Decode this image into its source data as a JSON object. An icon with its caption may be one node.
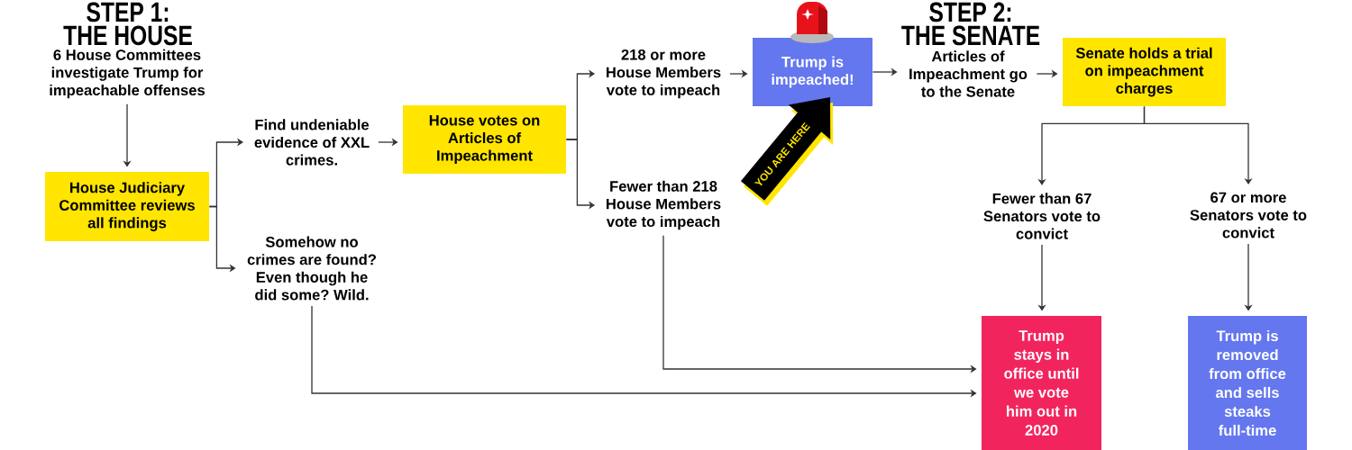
{
  "diagram": {
    "nodes": [
      {
        "text": [
          "6 House Committees investigate Trump for impeachable offenses"
        ]
      },
      {
        "text": [
          "House Judiciary Committee reviews all findings"
        ]
      },
      {
        "text": [
          "Find undeniable evidence of XXL crimes."
        ]
      },
      {
        "text": [
          "Somehow no crimes are found? Even though he did some? Wild."
        ]
      },
      {
        "text": [
          "House votes on Articles of Impeachment"
        ]
      },
      {
        "text": [
          "218 or more House Members vote to impeach"
        ]
      },
      {
        "text": [
          "Fewer than 218 House Members vote to impeach"
        ]
      },
      {
        "text": [
          "Trump is impeached!"
        ]
      },
      {
        "text": [
          "Articles of Impeachment go to the Senate"
        ]
      },
      {
        "text": [
          "Senate holds a trial on impeachment charges"
        ]
      },
      {
        "text": [
          "Fewer than 67 Senators vote to convict"
        ]
      },
      {
        "text": [
          "67 or more Senators vote to convict"
        ]
      },
      {
        "text": [
          "Trump stays in office until we vote him out in 2020"
        ]
      },
      {
        "text": [
          "Trump is removed from office and sells steaks full-time"
        ]
      }
    ],
    "edges": [
      {
        "from": 0,
        "to": 1,
        "arrow": "to"
      },
      {
        "from": 1,
        "to": 2,
        "arrow": "to"
      },
      {
        "from": 1,
        "to": 3,
        "arrow": "to"
      },
      {
        "from": 2,
        "to": 4,
        "arrow": "to"
      },
      {
        "from": 4,
        "to": 5,
        "arrow": "to"
      },
      {
        "from": 4,
        "to": 6,
        "arrow": "to"
      },
      {
        "from": 5,
        "to": 7,
        "arrow": "to"
      },
      {
        "from": 7,
        "to": 8,
        "arrow": "to"
      },
      {
        "from": 8,
        "to": 9,
        "arrow": "to"
      },
      {
        "from": 9,
        "to": 10,
        "arrow": "to"
      },
      {
        "from": 9,
        "to": 11,
        "arrow": "to"
      },
      {
        "from": 10,
        "to": 12,
        "arrow": "to"
      },
      {
        "from": 11,
        "to": 13,
        "arrow": "to"
      },
      {
        "from": 6,
        "to": 12,
        "arrow": "to"
      },
      {
        "from": 3,
        "to": 12,
        "arrow": "to"
      }
    ],
    "labels": [
      "STEP 1:",
      "THE HOUSE",
      "STEP 2:",
      "THE SENATE",
      "YOU ARE HERE"
    ]
  }
}
